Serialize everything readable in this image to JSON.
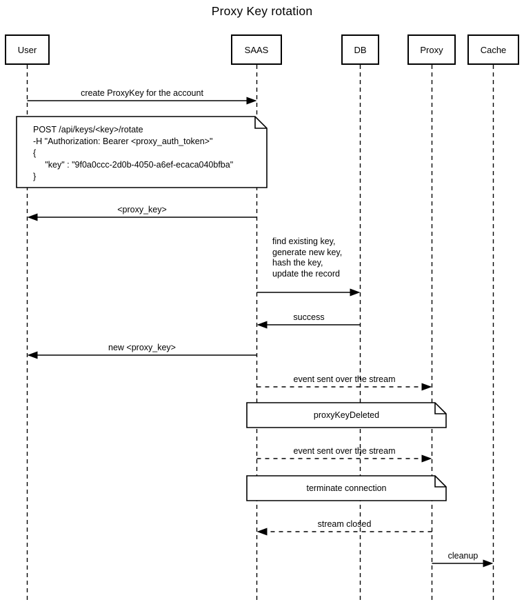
{
  "title": "Proxy Key rotation",
  "actors": [
    {
      "name": "User"
    },
    {
      "name": "SAAS"
    },
    {
      "name": "DB"
    },
    {
      "name": "Proxy"
    },
    {
      "name": "Cache"
    }
  ],
  "messages": {
    "create_proxykey": "create ProxyKey for the account",
    "proxy_key": "<proxy_key>",
    "db_operations": "find existing key,\ngenerate new key,\nhash the key,\nupdate the record",
    "success": "success",
    "new_proxy_key": "new <proxy_key>",
    "event_stream_1": "event sent over the stream",
    "event_stream_2": "event sent over the stream",
    "stream_closed": "stream closed",
    "cleanup": "cleanup"
  },
  "notes": {
    "rotate_request": "POST /api/keys/<key>/rotate\n-H \"Authorization: Bearer <proxy_auth_token>\"\n{\n     \"key\" : \"9f0a0ccc-2d0b-4050-a6ef-ecaca040bfba\"\n}",
    "proxy_key_deleted": "proxyKeyDeleted",
    "terminate_connection": "terminate connection"
  },
  "colors": {
    "line": "#000000",
    "background": "#ffffff"
  }
}
